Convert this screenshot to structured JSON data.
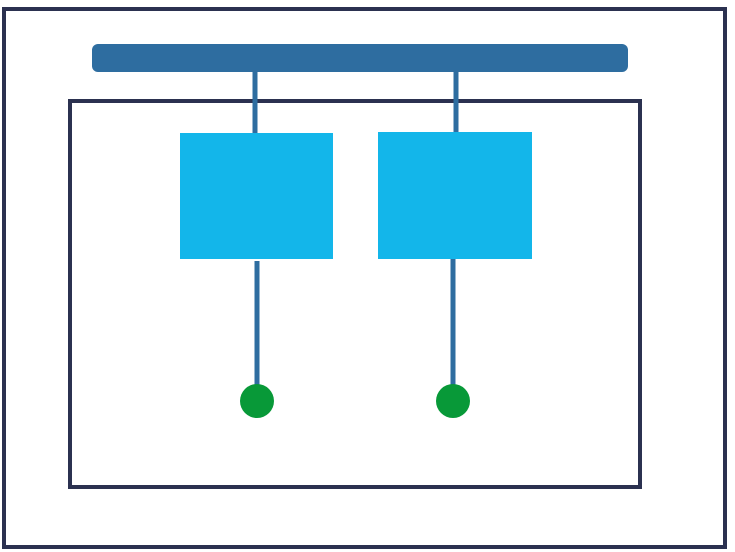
{
  "diagram": {
    "description_visible_text": "",
    "colors": {
      "background": "#ffffff",
      "frame": "#2b3150",
      "rail": "#2e6da0",
      "block": "#13b6ea",
      "connector": "#2e6da0",
      "node": "#089938"
    },
    "blocks": [
      {
        "id": "left",
        "icon": "square-block"
      },
      {
        "id": "right",
        "icon": "square-block"
      }
    ],
    "nodes": [
      {
        "id": "left",
        "icon": "circle-node"
      },
      {
        "id": "right",
        "icon": "circle-node"
      }
    ]
  }
}
